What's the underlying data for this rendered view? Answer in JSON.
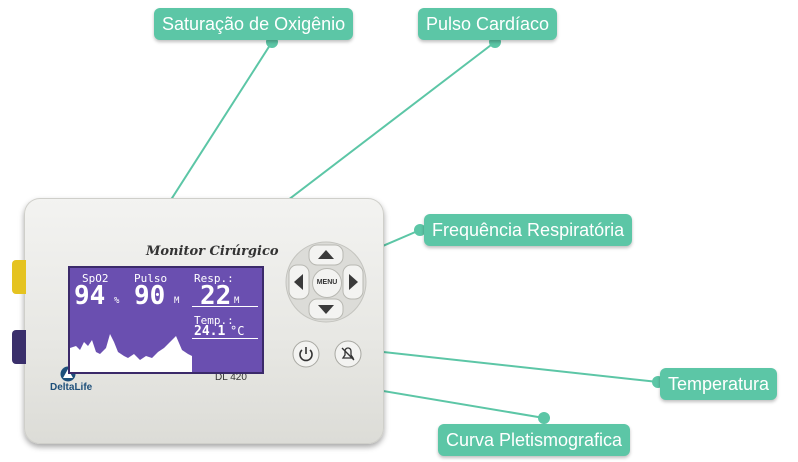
{
  "callouts": {
    "spo2": "Saturação de Oxigênio",
    "pulse": "Pulso Cardíaco",
    "resp": "Frequência Respiratória",
    "temp": "Temperatura",
    "pleth": "Curva Pletismografica"
  },
  "device": {
    "title": "Monitor Cirúrgico",
    "model": "DL 420",
    "brand": "DeltaLife",
    "menu_label": "MENU"
  },
  "screen": {
    "spo2_label": "SpO2",
    "spo2_value": "94",
    "spo2_unit": "%",
    "pulse_label": "Pulso",
    "pulse_value": "90",
    "pulse_unit": "M",
    "resp_label": "Resp.:",
    "resp_value": "22",
    "resp_unit": "M",
    "temp_label": "Temp.:",
    "temp_value": "24.1",
    "temp_unit": "°C"
  },
  "colors": {
    "callout": "#5cc6a6",
    "screen": "#6a4fb0",
    "device": "#e9e9e5"
  }
}
